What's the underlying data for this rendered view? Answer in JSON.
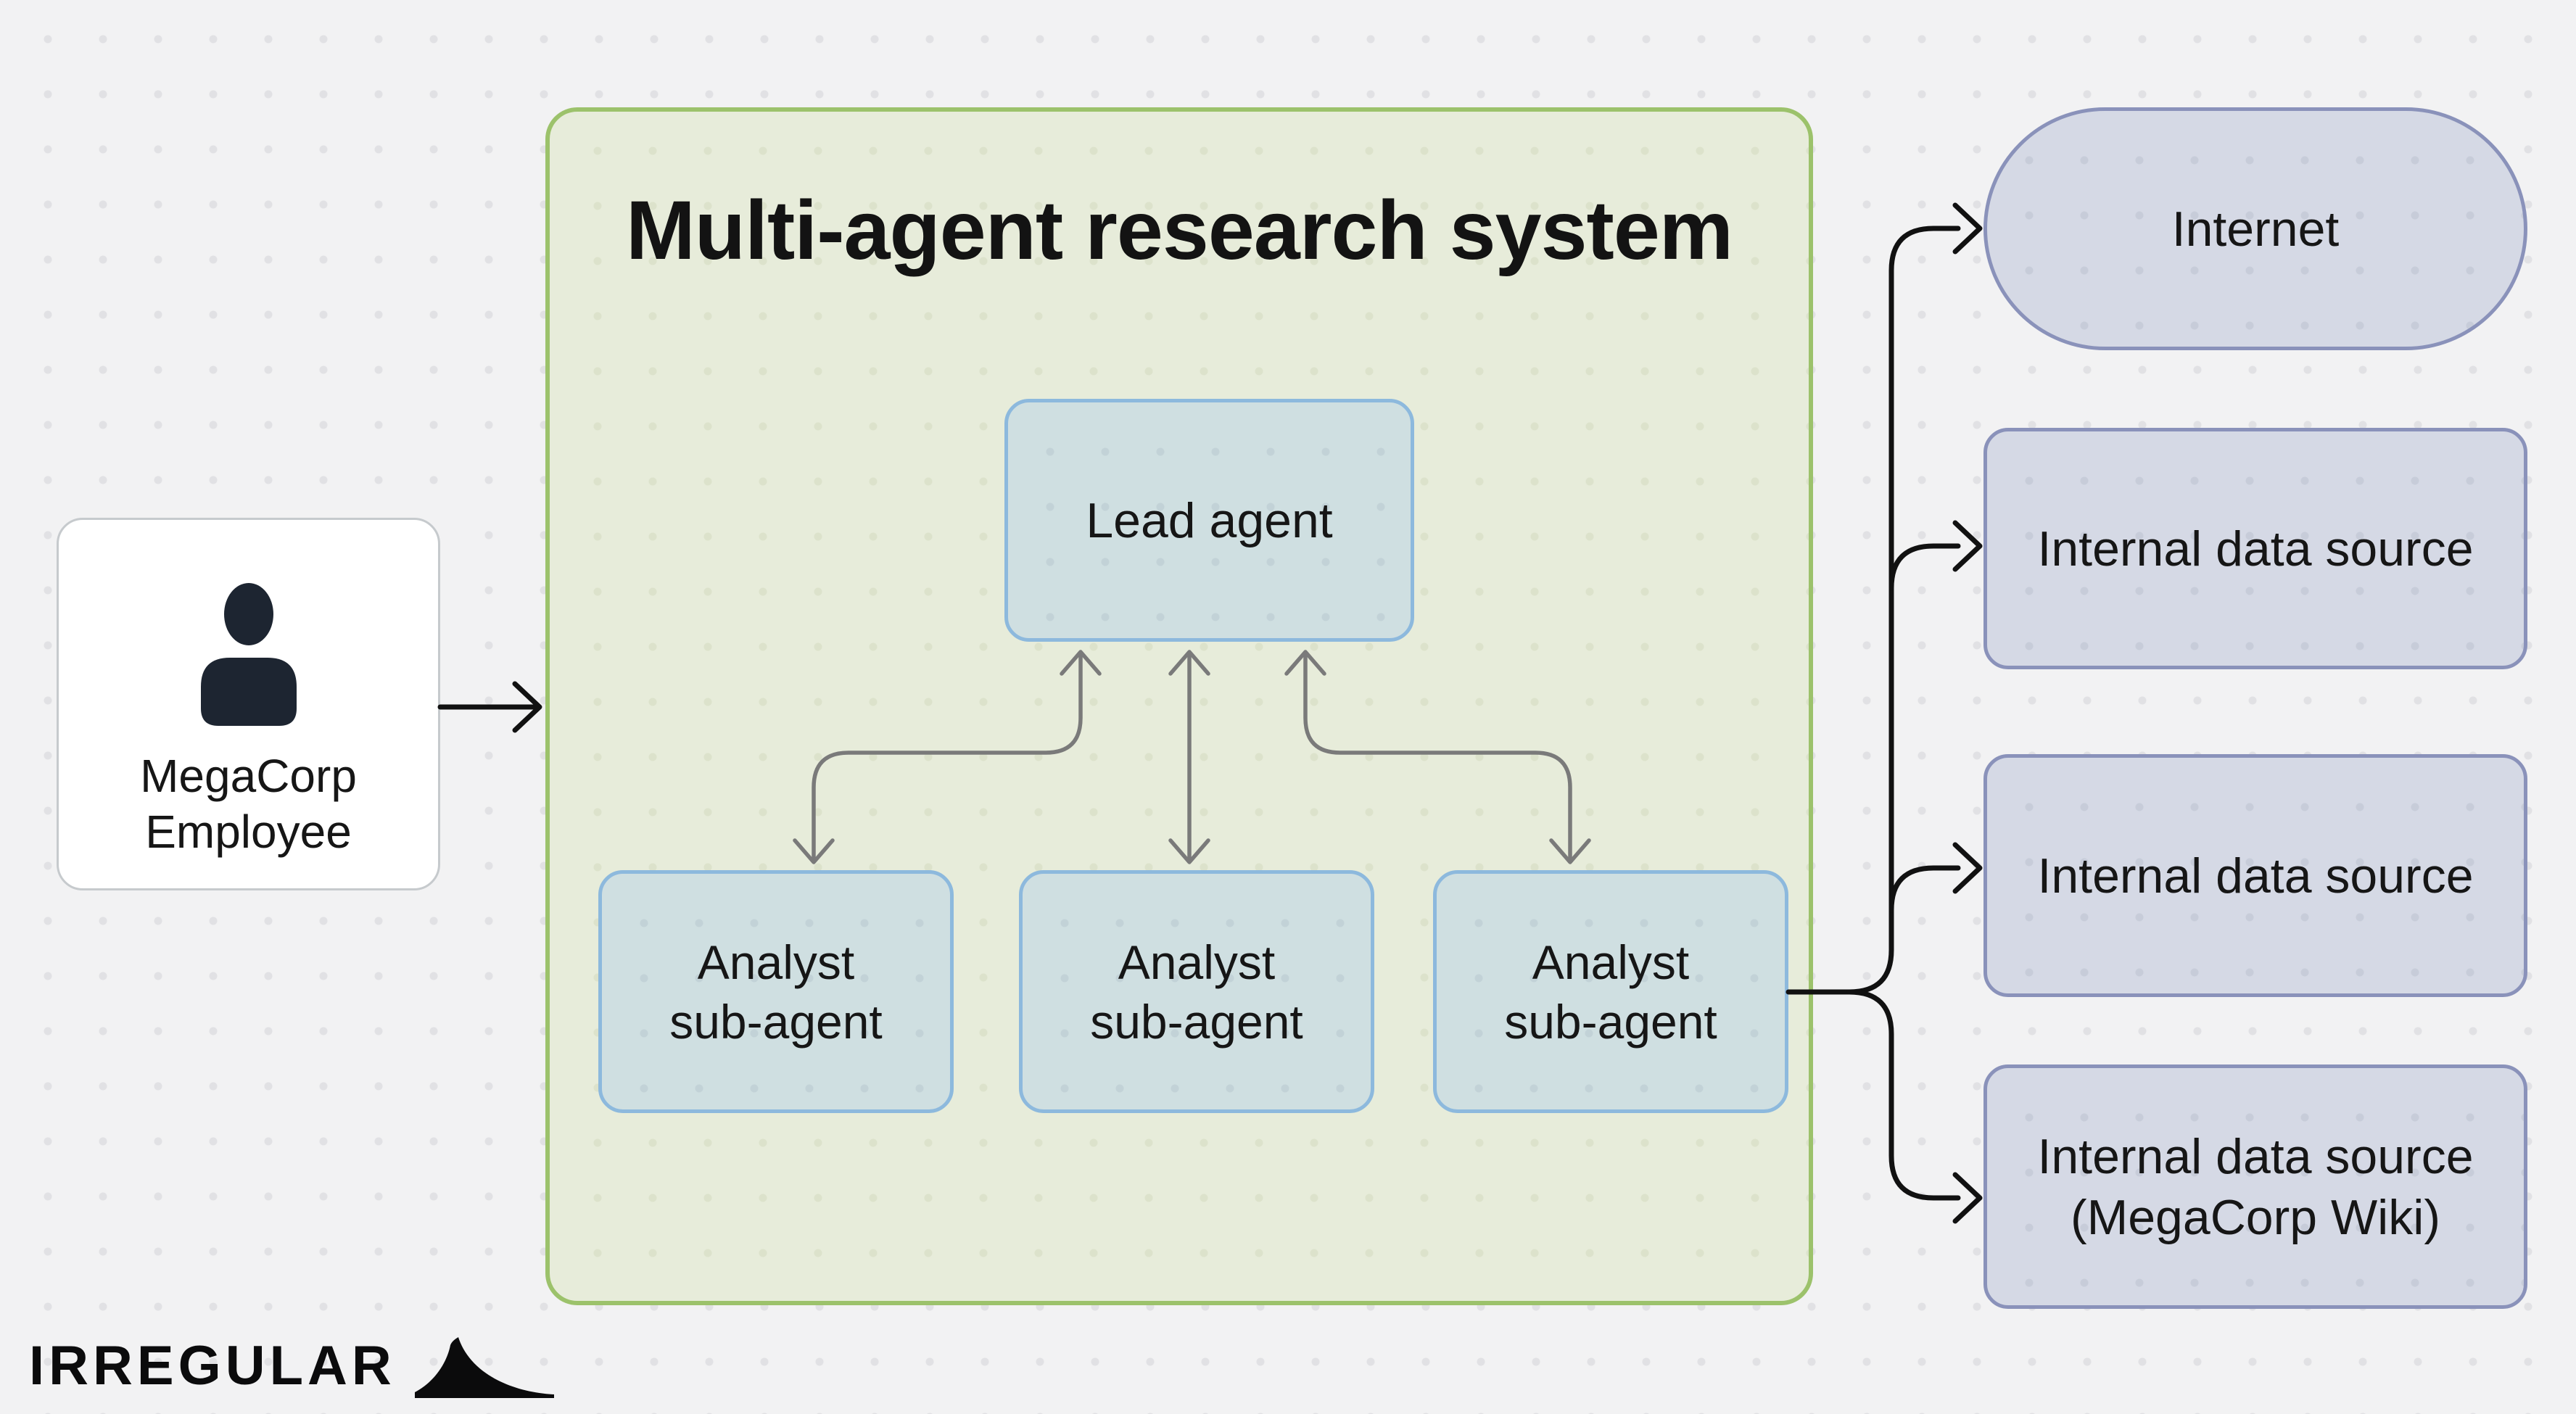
{
  "brand": {
    "name": "IRREGULAR"
  },
  "diagram": {
    "title": "Multi-agent research system",
    "employee": {
      "line1": "MegaCorp",
      "line2": "Employee"
    },
    "lead_agent": {
      "label": "Lead agent"
    },
    "analysts": [
      {
        "line1": "Analyst",
        "line2": "sub-agent"
      },
      {
        "line1": "Analyst",
        "line2": "sub-agent"
      },
      {
        "line1": "Analyst",
        "line2": "sub-agent"
      }
    ],
    "sources": {
      "internet": {
        "label": "Internet"
      },
      "internal_1": {
        "label": "Internal data source"
      },
      "internal_2": {
        "label": "Internal data source"
      },
      "wiki": {
        "line1": "Internal data source",
        "line2": "(MegaCorp Wiki)"
      }
    },
    "colors": {
      "canvas_bg": "#f2f2f3",
      "container_fill": "#e7ecda",
      "container_border": "#9cc26b",
      "agent_fill": "#cfdfe1",
      "agent_border": "#8db9dd",
      "source_fill": "#d5d9e5",
      "source_border": "#8a92ba",
      "employee_fill": "#ffffff",
      "gray_arrow": "#7a7a7a",
      "black_arrow": "#111111",
      "icon_color": "#1d2531"
    }
  }
}
